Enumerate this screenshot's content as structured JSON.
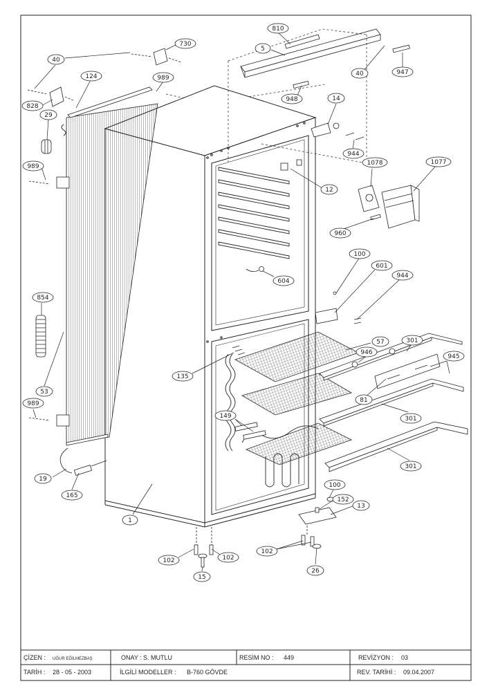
{
  "callouts": [
    {
      "id": "c810",
      "text": "810"
    },
    {
      "id": "c730",
      "text": "730"
    },
    {
      "id": "c5",
      "text": "5"
    },
    {
      "id": "c40a",
      "text": "40"
    },
    {
      "id": "c40b",
      "text": "40"
    },
    {
      "id": "c124",
      "text": "124"
    },
    {
      "id": "c989a",
      "text": "989"
    },
    {
      "id": "c828",
      "text": "828"
    },
    {
      "id": "c29",
      "text": "29"
    },
    {
      "id": "c947",
      "text": "947"
    },
    {
      "id": "c948",
      "text": "948"
    },
    {
      "id": "c14",
      "text": "14"
    },
    {
      "id": "c944a",
      "text": "944"
    },
    {
      "id": "c989b",
      "text": "989"
    },
    {
      "id": "c12",
      "text": "12"
    },
    {
      "id": "c1078",
      "text": "1078"
    },
    {
      "id": "c1077",
      "text": "1077"
    },
    {
      "id": "c960",
      "text": "960"
    },
    {
      "id": "c100a",
      "text": "100"
    },
    {
      "id": "c601",
      "text": "601"
    },
    {
      "id": "c944b",
      "text": "944"
    },
    {
      "id": "c604",
      "text": "604"
    },
    {
      "id": "c854",
      "text": "854"
    },
    {
      "id": "c57",
      "text": "57"
    },
    {
      "id": "c301a",
      "text": "301"
    },
    {
      "id": "c946",
      "text": "946"
    },
    {
      "id": "c945",
      "text": "945"
    },
    {
      "id": "c135",
      "text": "135"
    },
    {
      "id": "c53",
      "text": "53"
    },
    {
      "id": "c81",
      "text": "81"
    },
    {
      "id": "c989c",
      "text": "989"
    },
    {
      "id": "c149",
      "text": "149"
    },
    {
      "id": "c301b",
      "text": "301"
    },
    {
      "id": "c301c",
      "text": "301"
    },
    {
      "id": "c19",
      "text": "19"
    },
    {
      "id": "c165",
      "text": "165"
    },
    {
      "id": "c100b",
      "text": "100"
    },
    {
      "id": "c152",
      "text": "152"
    },
    {
      "id": "c13",
      "text": "13"
    },
    {
      "id": "c1",
      "text": "1"
    },
    {
      "id": "c102a",
      "text": "102"
    },
    {
      "id": "c102b",
      "text": "102"
    },
    {
      "id": "c102c",
      "text": "102"
    },
    {
      "id": "c15",
      "text": "15"
    },
    {
      "id": "c26",
      "text": "26"
    }
  ],
  "title_block": {
    "cizen_label": "ÇİZEN :",
    "cizen_value": "UĞUR EĞİLMEZBAŞ",
    "onay_label": "ONAY :",
    "onay_value": "S. MUTLU",
    "resim_label": "RESİM NO :",
    "resim_value": "449",
    "revizyon_label": "REVİZYON :",
    "revizyon_value": "03",
    "tarih_label": "TARİH :",
    "tarih_value": "28 - 05 - 2003",
    "ilgili_label": "İLGİLİ MODELLER :",
    "ilgili_value": "B-760 GÖVDE",
    "rev_tarihi_label": "REV. TARİHİ :",
    "rev_tarihi_value": "09.04.2007"
  }
}
